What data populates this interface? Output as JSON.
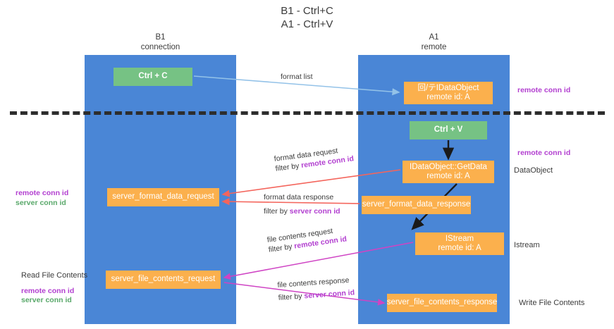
{
  "title": {
    "line1": "B1 - Ctrl+C",
    "line2": "A1 - Ctrl+V"
  },
  "columns": [
    {
      "name": "B1",
      "role": "connection"
    },
    {
      "name": "A1",
      "role": "remote"
    }
  ],
  "nodes": {
    "ctrl_c": "Ctrl + C",
    "ctrl_v": "Ctrl + V",
    "idataobject": "回/テIDataObject\nremote id: A",
    "idataobject_line1": "回/テIDataObject",
    "idataobject_line2": "remote id: A",
    "getdata_line1": "IDataObject::GetData",
    "getdata_line2": "remote id: A",
    "istream_line1": "IStream",
    "istream_line2": "remote id: A",
    "server_format_data_request": "server_format_data_request",
    "server_format_data_response": "server_format_data_response",
    "server_file_contents_request": "server_file_contents_request",
    "server_file_contents_response": "server_file_contents_response"
  },
  "edge_labels": {
    "format_list": "format list",
    "format_data_request": "format data request",
    "format_data_request_filter_prefix": "filter by ",
    "format_data_request_filter_key": "remote conn id",
    "format_data_response": "format data response",
    "format_data_response_filter_prefix": "filter by ",
    "format_data_response_filter_key": "server conn id",
    "file_contents_request": "file contents request",
    "file_contents_request_filter_prefix": "filter by ",
    "file_contents_request_filter_key": "remote conn id",
    "file_contents_response": "file contents response",
    "file_contents_response_filter_prefix": "filter by ",
    "file_contents_response_filter_key": "server conn id"
  },
  "annotations": {
    "right_remote_conn_id_top": "remote conn id",
    "right_remote_conn_id_mid": "remote conn id",
    "right_dataobject": "DataObject",
    "right_istream": "Istream",
    "right_write_file_contents": "Write File Contents",
    "left_remote_conn_id": "remote conn id",
    "left_server_conn_id": "server conn id",
    "left_read_file_contents": "Read File Contents",
    "left_remote_conn_id_2": "remote conn id",
    "left_server_conn_id_2": "server conn id"
  },
  "colors": {
    "lane": "#4a86d6",
    "green_node": "#76c284",
    "orange_node": "#fbb04d",
    "purple_text": "#b23fd0",
    "green_text": "#59a86a",
    "red_arrow": "#f4655c",
    "magenta_arrow": "#cf44c4",
    "blue_arrow": "#93c2e8",
    "black_arrow": "#1a1a1a",
    "divider": "#2d2d2d",
    "background": "#ffffff"
  }
}
